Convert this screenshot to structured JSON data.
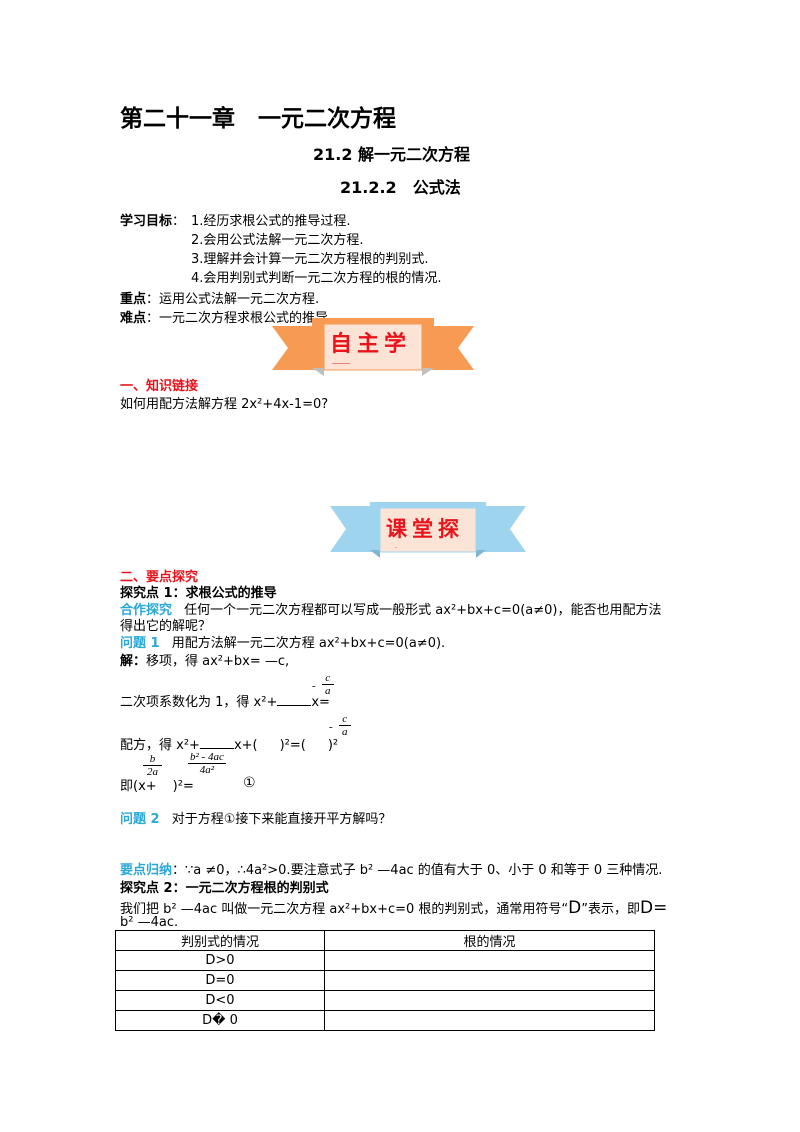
{
  "chapter_title": "第二十一章　一元二次方程",
  "section_title": "21.2  解一元二次方程",
  "subsection_title": "21.2.2　公式法",
  "objectives": {
    "label": "学习目标",
    "items": [
      "1.经历求根公式的推导过程.",
      "2.会用公式法解一元二次方程.",
      "3.理解并会计算一元二次方程根的判别式.",
      "4.会用判别式判断一元二次方程的根的情况."
    ]
  },
  "key_point": {
    "label": "重点",
    "text": "运用公式法解一元二次方程."
  },
  "difficulty": {
    "label": "难点",
    "text": "一元二次方程求根公式的推导."
  },
  "banner1": {
    "text": "自主学习",
    "colors": {
      "ribbon": "#f79a53",
      "fold": "#d9d9d9",
      "box": "#fbe4d5",
      "text": "#e8131b"
    }
  },
  "section1": {
    "heading": "一、知识链接",
    "question": "如何用配方法解方程 2x²+4x-1=0?"
  },
  "banner2": {
    "text": "课堂探究",
    "colors": {
      "ribbon": "#9fd4ee",
      "box": "#fbe4d5",
      "text": "#e8131b"
    }
  },
  "section2": {
    "heading": "二、要点探究",
    "explore1_title": "探究点 1：求根公式的推导",
    "coop_label": "合作探究",
    "coop_text": "任何一个一元二次方程都可以写成一般形式 ax²+bx+c=0(a≠0)，能否也用配方法",
    "coop_text2": "得出它的解呢？",
    "q1_label": "问题 1",
    "q1_text": "用配方法解一元二次方程 ax²+bx+c=0(a≠0).",
    "solve_label": "解：",
    "solve_text": "移项，得 ax²+bx= —c,",
    "step2_a": "二次项系数化为 1，得 x²+",
    "step2_b": "x=",
    "step3_a": "配方，得 x²+",
    "step3_b": "x+(",
    "step3_c": ")²=(",
    "step3_d": ")²",
    "step4_a": "即(x+",
    "step4_b": ")²=",
    "circle_one": "①",
    "frac_c": {
      "sign": "-",
      "num": "c",
      "den": "a"
    },
    "frac_b": {
      "num": "b",
      "den": "2a"
    },
    "frac_disc": {
      "num": "b² - 4ac",
      "den": "4a²"
    },
    "q2_label": "问题 2",
    "q2_text": "对于方程①接下来能直接开平方解吗？",
    "summary_label": "要点归纳",
    "summary_text": "：∵a ≠0，∴4a²>0.要注意式子 b² —4ac  的值有大于 0、小于 0 和等于 0 三种情况.",
    "explore2_title": "探究点 2：一元二次方程根的判别式",
    "disc_text1": "我们把 b² —4ac 叫做一元二次方程 ax²+bx+c=0 根的判别式，通常用符号“",
    "disc_symbol": "D",
    "disc_text2": "”表示，即",
    "disc_eq": "D=",
    "disc_text3": "b² —4ac."
  },
  "table": {
    "headers": [
      "判别式的情况",
      "根的情况"
    ],
    "rows": [
      [
        "D>0",
        ""
      ],
      [
        "D=0",
        ""
      ],
      [
        "D<0",
        ""
      ],
      [
        "D� 0",
        ""
      ]
    ]
  }
}
